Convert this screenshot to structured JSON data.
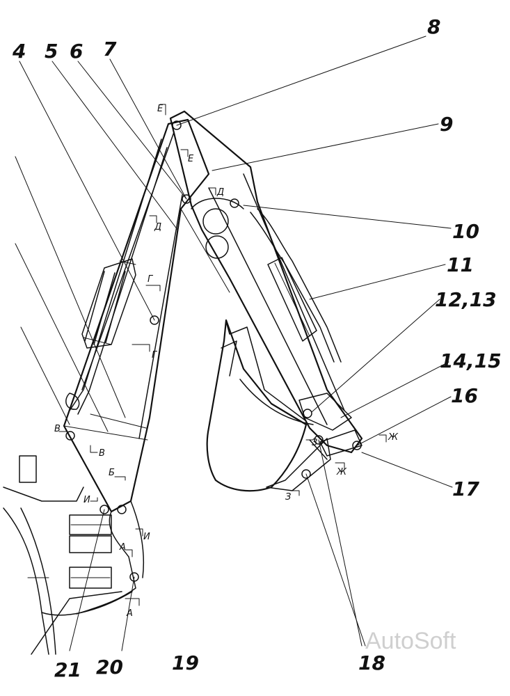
{
  "diagram": {
    "callouts": {
      "c4": "4",
      "c5": "5",
      "c6": "6",
      "c7": "7",
      "c8": "8",
      "c9": "9",
      "c10": "10",
      "c11": "11",
      "c12": "12,13",
      "c14": "14,15",
      "c16": "16",
      "c17": "17",
      "c18": "18",
      "c19": "19",
      "c20": "20",
      "c21": "21"
    },
    "sections": {
      "e1": "Е",
      "e2": "Е",
      "d1": "Д",
      "d2": "Д",
      "g1": "Г",
      "g2": "Г",
      "v1": "В",
      "v2": "В",
      "b1": "Б",
      "i1": "И",
      "i2": "И",
      "a1": "А",
      "a2": "А",
      "z1": "З",
      "z2": "З",
      "zh1": "Ж",
      "zh2": "Ж"
    },
    "watermark": "AutoSoft"
  }
}
